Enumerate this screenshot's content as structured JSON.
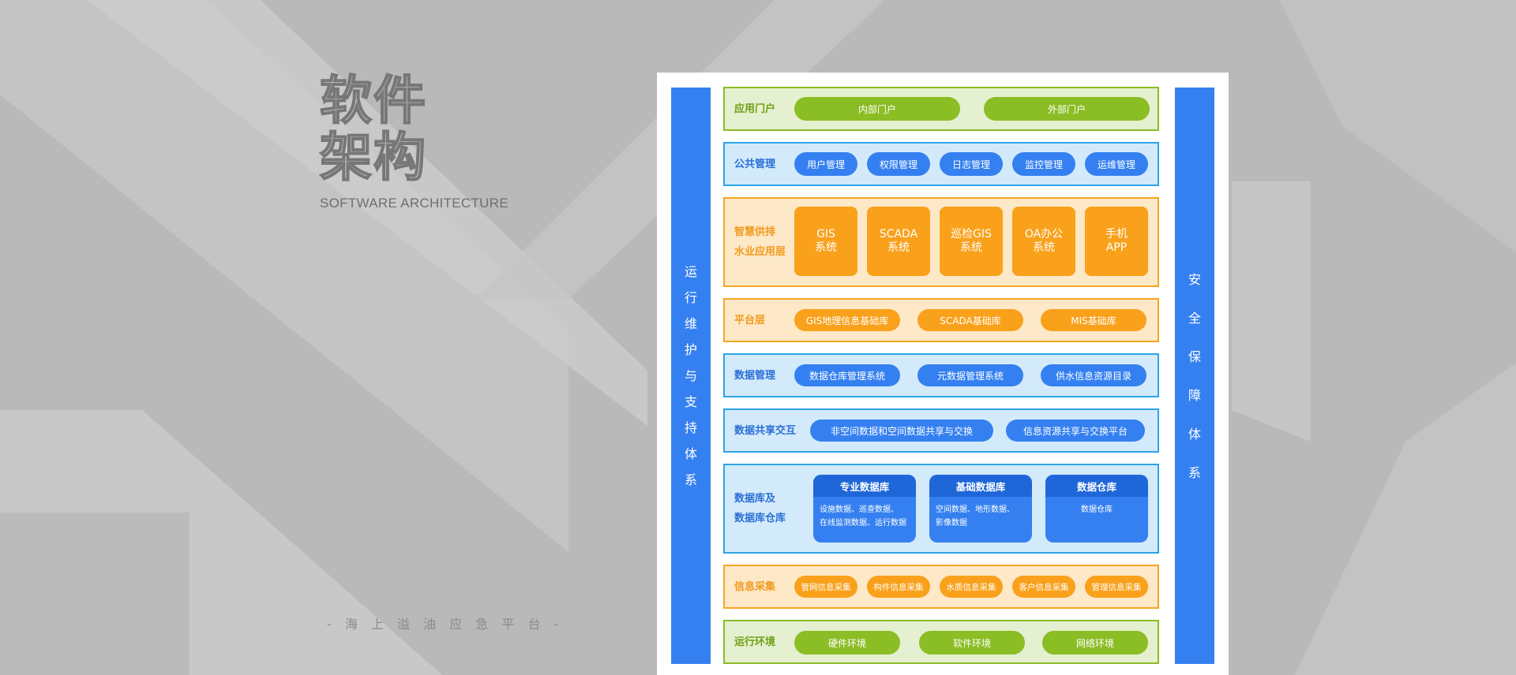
{
  "title": {
    "cn_line1": "软件",
    "cn_line2": "架构",
    "en": "SOFTWARE ARCHITECTURE"
  },
  "footer": "- 海 上 溢 油 应 急 平 台 -",
  "left_bar": [
    "运",
    "行",
    "维",
    "护",
    "与",
    "支",
    "持",
    "体",
    "系"
  ],
  "right_bar": [
    "安",
    "全",
    "保",
    "障",
    "体",
    "系"
  ],
  "layers": {
    "portal": {
      "label": "应用门户",
      "items": [
        "内部门户",
        "外部门户"
      ]
    },
    "public": {
      "label": "公共管理",
      "items": [
        "用户管理",
        "权限管理",
        "日志管理",
        "监控管理",
        "运维管理"
      ]
    },
    "smart": {
      "label_line1": "智慧供排",
      "label_line2": "水业应用层",
      "items": [
        "GIS\n系统",
        "SCADA\n系统",
        "巡检GIS\n系统",
        "OA办公\n系统",
        "手机\nAPP"
      ]
    },
    "platform": {
      "label": "平台层",
      "items": [
        "GIS地理信息基础库",
        "SCADA基础库",
        "MIS基础库"
      ]
    },
    "data_mgmt": {
      "label": "数据管理",
      "items": [
        "数据仓库管理系统",
        "元数据管理系统",
        "供水信息资源目录"
      ]
    },
    "data_share": {
      "label": "数据共享交互",
      "items": [
        "非空间数据和空间数据共享与交换",
        "信息资源共享与交换平台"
      ]
    },
    "database": {
      "label_line1": "数据库及",
      "label_line2": "数据库仓库",
      "cards": [
        {
          "title": "专业数据库",
          "body": "设施数据、巡查数据、\n在线监测数据、运行数据"
        },
        {
          "title": "基础数据库",
          "body": "空间数据、地形数据、\n影像数据"
        },
        {
          "title": "数据仓库",
          "body": "数据仓库"
        }
      ]
    },
    "collect": {
      "label": "信息采集",
      "items": [
        "管网信息采集",
        "构件信息采集",
        "水质信息采集",
        "客户信息采集",
        "管理信息采集"
      ]
    },
    "env": {
      "label": "运行环境",
      "items": [
        "硬件环境",
        "软件环境",
        "网络环境"
      ]
    }
  },
  "colors": {
    "background": "#b9b9b9",
    "blue": "#3580f0",
    "green": "#8bbd25",
    "orange": "#f9a11b",
    "light_blue": "#d3eafb",
    "light_green": "#e4f0cf",
    "light_orange": "#fde8c7"
  }
}
